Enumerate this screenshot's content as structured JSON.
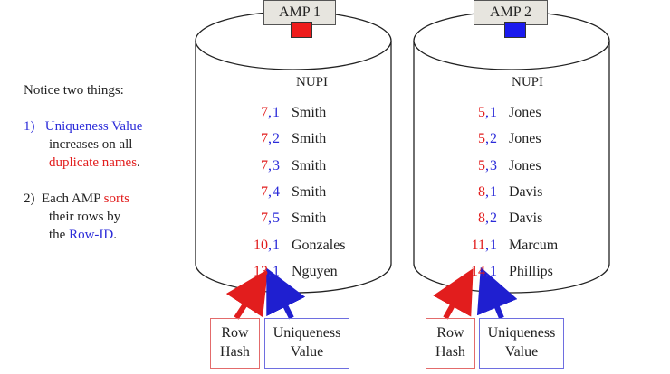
{
  "notes": {
    "title": "Notice two things:",
    "point1_num": "1)",
    "point1_highlight": "Uniqueness Value",
    "point1_line2": "increases on all",
    "point1_line3_red": "duplicate names",
    "point1_line3_end": ".",
    "point2_num": "2)",
    "point2_prefix": "Each AMP",
    "point2_red": "sorts",
    "point2_line2": "their rows by",
    "point2_line3_prefix": "the",
    "point2_line3_blue": "Row-ID",
    "point2_line3_end": "."
  },
  "colors": {
    "red": "#e21d1d",
    "blue": "#2b2bd9",
    "amp1_swatch": "#ee1c1c",
    "amp2_swatch": "#1a1aee"
  },
  "amps": [
    {
      "label": "AMP 1",
      "column_header": "NUPI",
      "rows": [
        {
          "hash": "7",
          "comma": ",",
          "uniq": "1",
          "name": "Smith"
        },
        {
          "hash": "7",
          "comma": ",",
          "uniq": "2",
          "name": "Smith"
        },
        {
          "hash": "7",
          "comma": ",",
          "uniq": "3",
          "name": "Smith"
        },
        {
          "hash": "7",
          "comma": ",",
          "uniq": "4",
          "name": "Smith"
        },
        {
          "hash": "7",
          "comma": ",",
          "uniq": "5",
          "name": "Smith"
        },
        {
          "hash": "10",
          "comma": ",",
          "uniq": "1",
          "name": "Gonzales"
        },
        {
          "hash": "13",
          "comma": ",",
          "uniq": "1",
          "name": "Nguyen"
        }
      ],
      "callouts": {
        "row_hash_line1": "Row",
        "row_hash_line2": "Hash",
        "uniq_line1": "Uniqueness",
        "uniq_line2": "Value"
      }
    },
    {
      "label": "AMP 2",
      "column_header": "NUPI",
      "rows": [
        {
          "hash": "5",
          "comma": ",",
          "uniq": "1",
          "name": "Jones"
        },
        {
          "hash": "5",
          "comma": ",",
          "uniq": "2",
          "name": "Jones"
        },
        {
          "hash": "5",
          "comma": ",",
          "uniq": "3",
          "name": "Jones"
        },
        {
          "hash": "8",
          "comma": ",",
          "uniq": "1",
          "name": "Davis"
        },
        {
          "hash": "8",
          "comma": ",",
          "uniq": "2",
          "name": "Davis"
        },
        {
          "hash": "11",
          "comma": ",",
          "uniq": "1",
          "name": "Marcum"
        },
        {
          "hash": "14",
          "comma": ",",
          "uniq": "1",
          "name": "Phillips"
        }
      ],
      "callouts": {
        "row_hash_line1": "Row",
        "row_hash_line2": "Hash",
        "uniq_line1": "Uniqueness",
        "uniq_line2": "Value"
      }
    }
  ]
}
